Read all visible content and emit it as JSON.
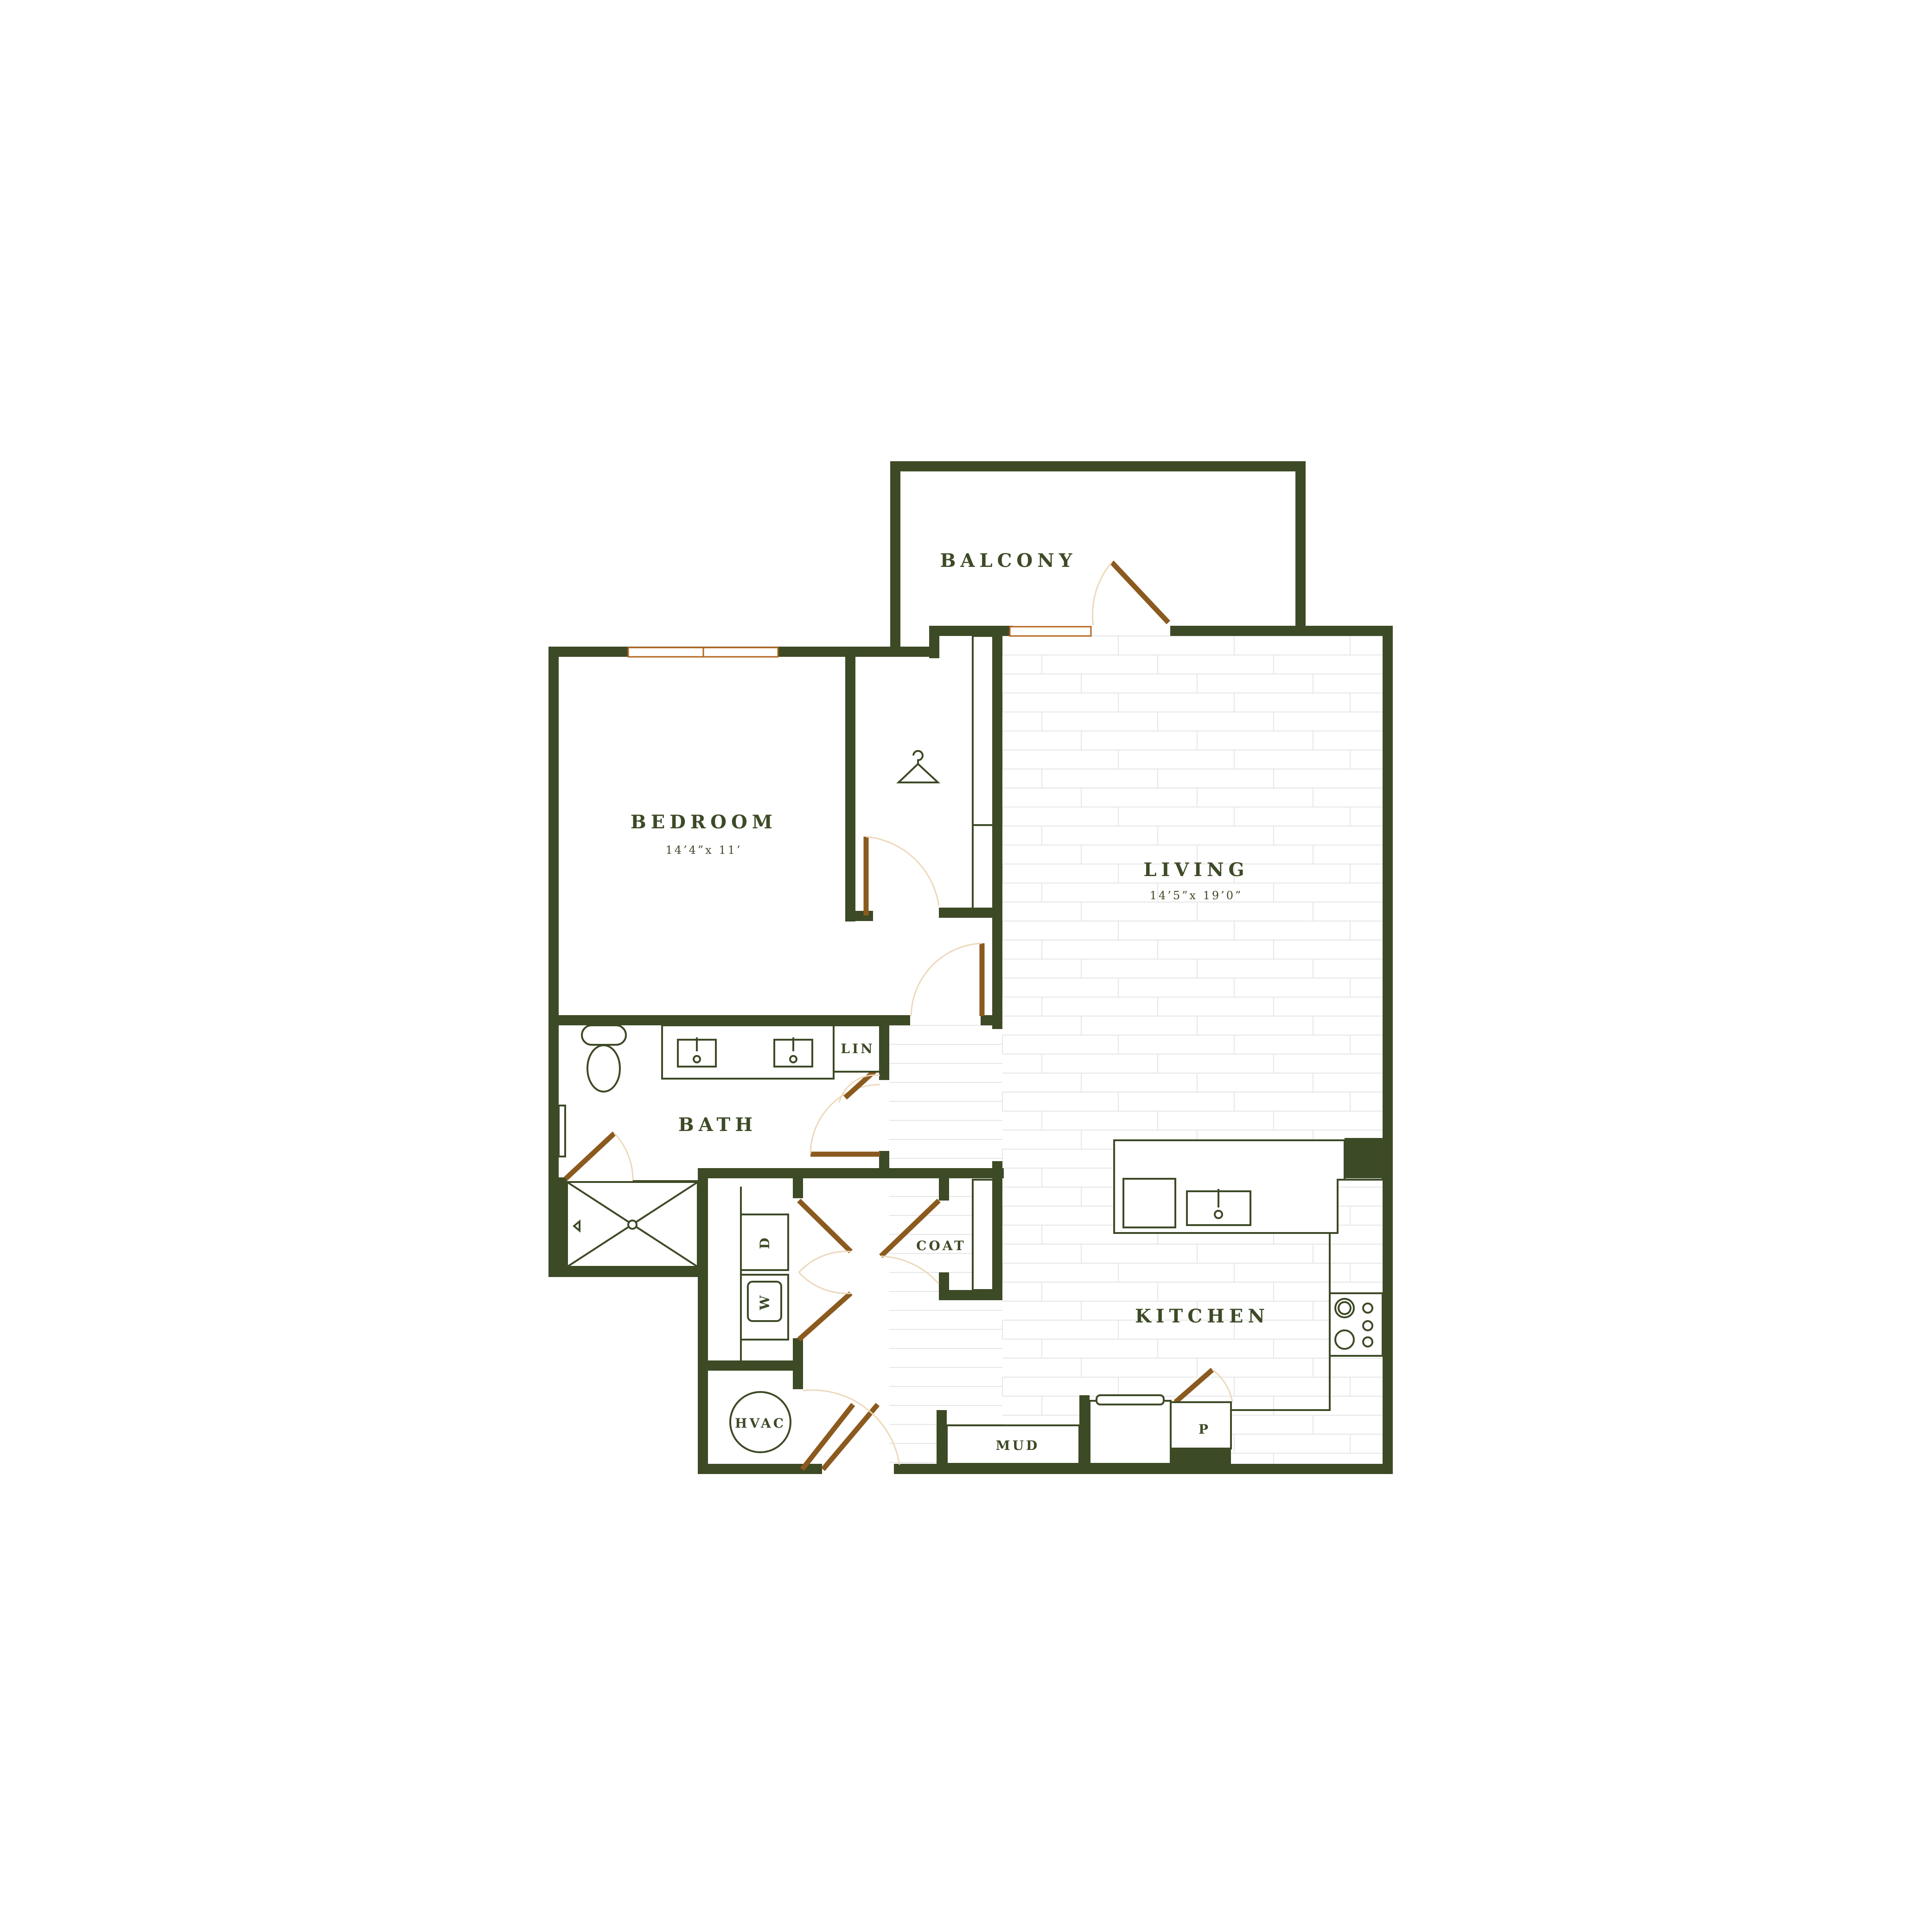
{
  "colors": {
    "wall": "#3d4a26",
    "door": "#8b5a1e",
    "door_swing": "#edd8bb",
    "window": "#b5651d",
    "floor_plank": "#e6e6e6",
    "background": "#ffffff"
  },
  "rooms": {
    "balcony": {
      "name": "BALCONY"
    },
    "bedroom": {
      "name": "BEDROOM",
      "dimensions": "14’4”x 11’"
    },
    "living": {
      "name": "LIVING",
      "dimensions": "14’5”x 19’0”"
    },
    "bath": {
      "name": "BATH"
    },
    "kitchen": {
      "name": "KITCHEN"
    }
  },
  "closets": {
    "linen": "LIN",
    "coat": "COAT",
    "mud": "MUD",
    "pantry": "P",
    "hvac": "HVAC"
  },
  "appliances": {
    "dryer": "D",
    "washer": "W"
  },
  "icons": {
    "walk_in_closet": "hanger-icon"
  }
}
